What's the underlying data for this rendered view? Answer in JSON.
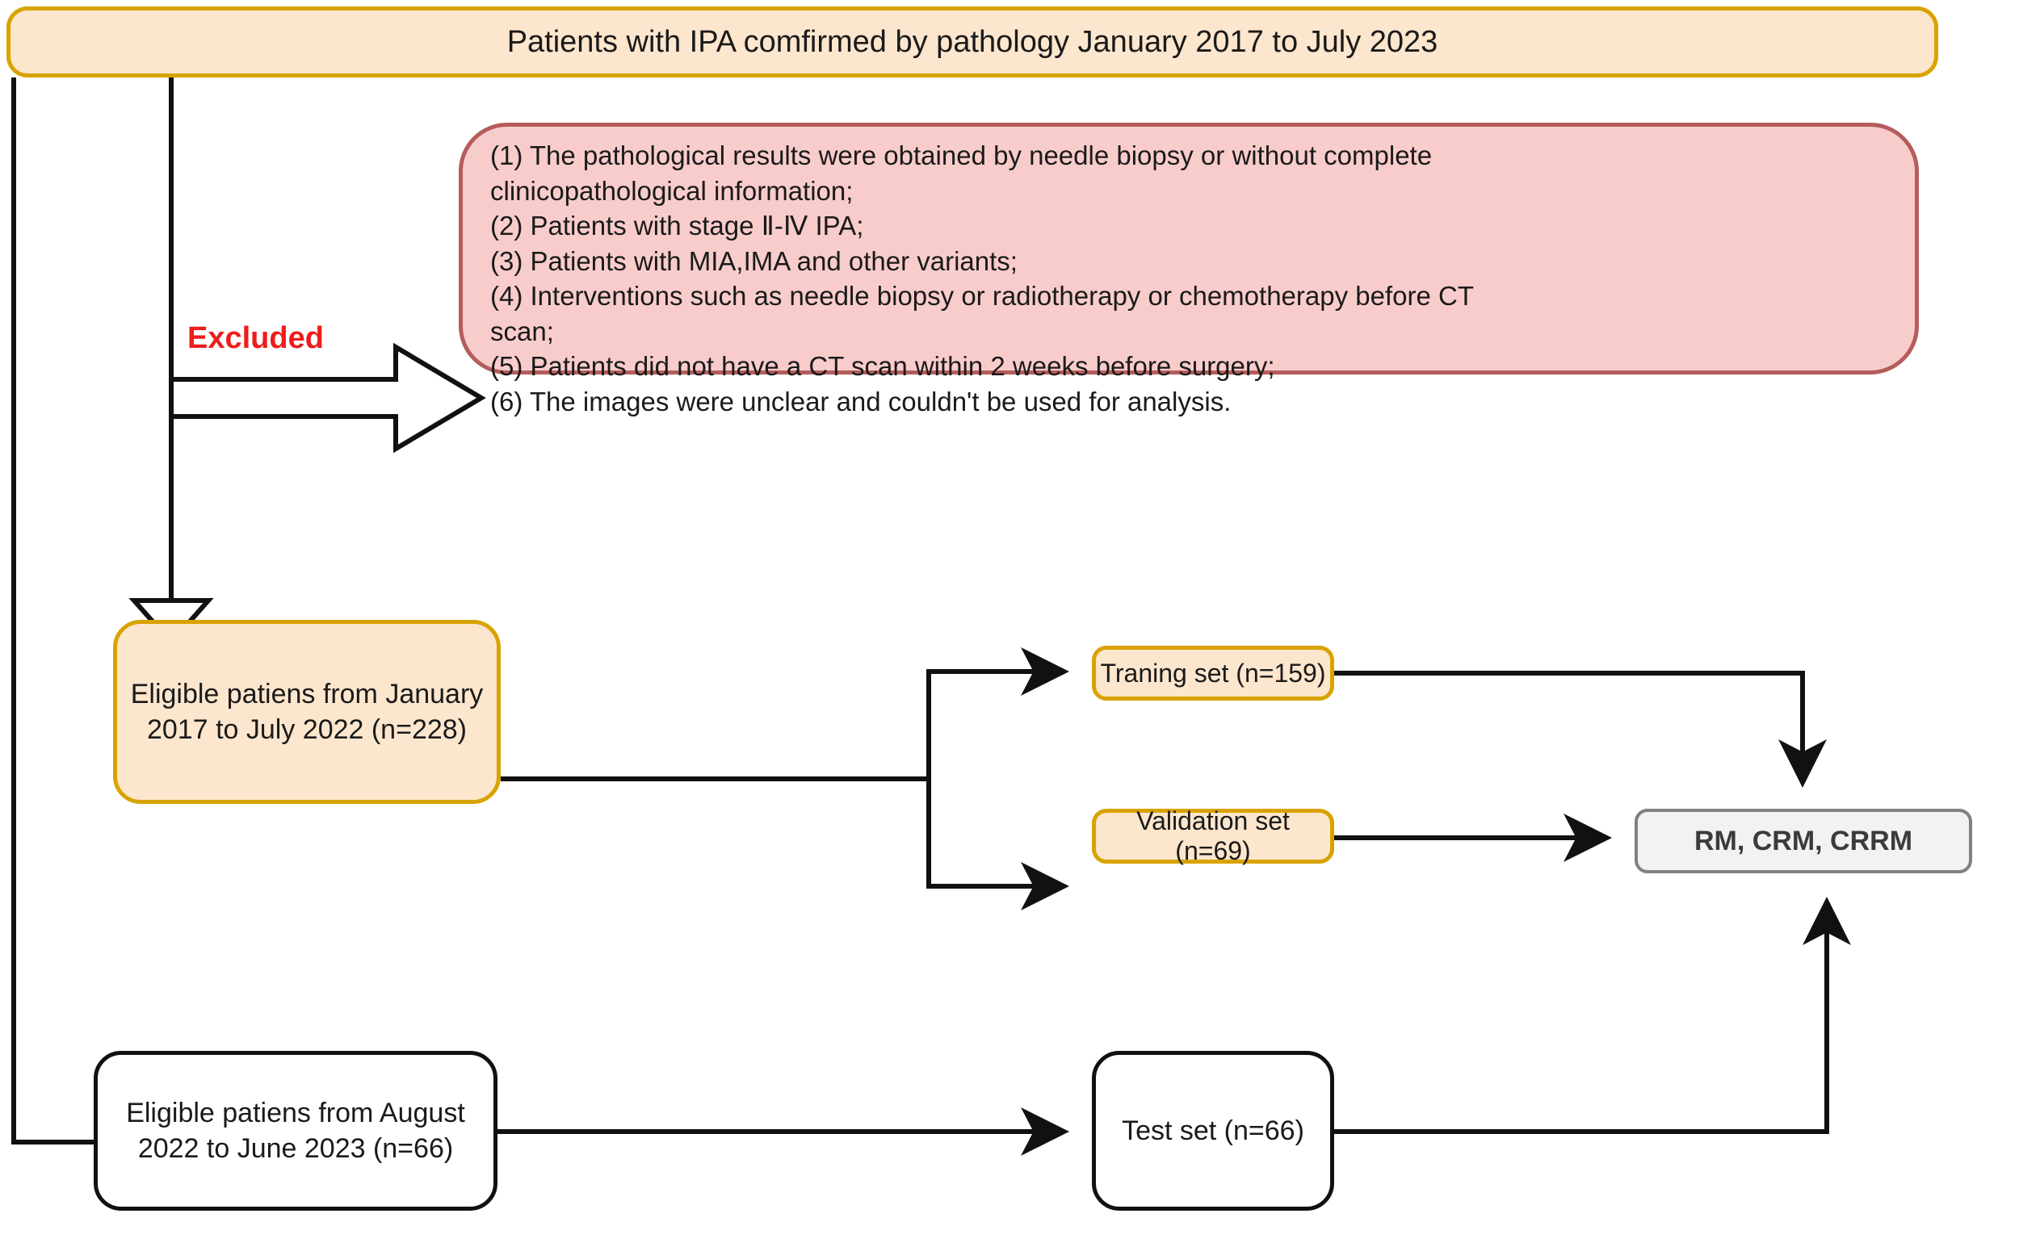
{
  "diagram": {
    "type": "flowchart",
    "kind": "patient-selection-flow-diagram",
    "title": "Patients with IPA comfirmed by pathology January 2017 to July 2023",
    "excluded_label": "Excluded",
    "exclusion_criteria": [
      "(1) The pathological results were obtained by needle biopsy or without complete clinicopathological information;",
      "(2) Patients with stage Ⅱ-Ⅳ IPA;",
      "(3) Patients with MIA,IMA and other variants;",
      "(4) Interventions such as needle biopsy or radiotherapy or chemotherapy before CT scan;",
      "(5) Patients did not have a CT scan within 2 weeks before surgery;",
      "(6) The images were unclear and couldn't be used for analysis."
    ],
    "exclusion_text": "(1) The pathological results were obtained by needle biopsy or without complete\nclinicopathological information;\n(2) Patients with stage Ⅱ-Ⅳ IPA;\n(3) Patients with MIA,IMA and other variants;\n(4) Interventions such as needle biopsy or radiotherapy or chemotherapy before CT\nscan;\n(5) Patients did not have a CT scan within 2 weeks before surgery;\n(6) The images were unclear and couldn't be used for analysis.",
    "nodes": {
      "eligible_train": "Eligible patiens from January 2017 to July 2022 (n=228)",
      "training_set": "Traning set (n=159)",
      "validation_set": "Validation set (n=69)",
      "models": "RM, CRM, CRRM",
      "eligible_test": "Eligible patiens from August 2022 to June 2023 (n=66)",
      "test_set": "Test set (n=66)"
    },
    "counts": {
      "eligible_train_n": 228,
      "training_n": 159,
      "validation_n": 69,
      "eligible_test_n": 66,
      "test_n": 66
    },
    "colors": {
      "orange_fill": "#fce6cd",
      "orange_border": "#d8a300",
      "pink_fill": "#f9cccc",
      "pink_border": "#b55c5c",
      "grey_fill": "#f2f2f2",
      "grey_border": "#808080",
      "excluded_red": "#ee1c1c",
      "line": "#111111",
      "white_fill": "#ffffff"
    }
  }
}
